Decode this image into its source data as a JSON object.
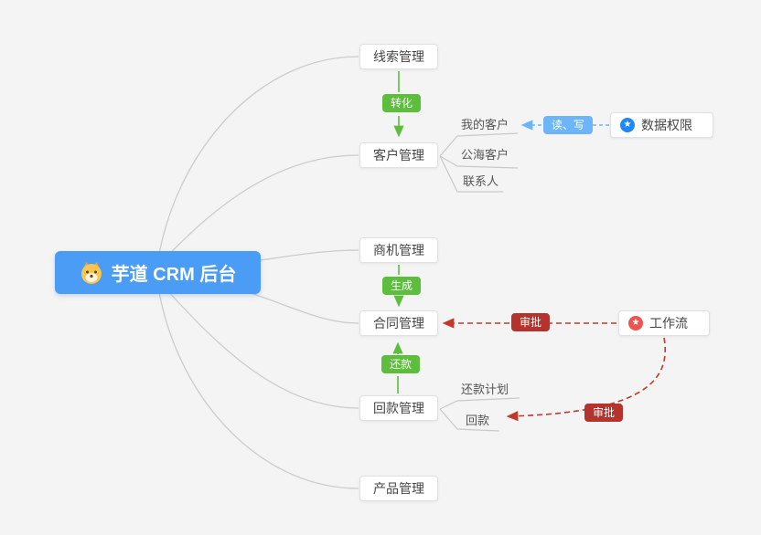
{
  "diagram_title": "芋道 CRM 后台",
  "center": {
    "label": "芋道 CRM 后台",
    "icon": "shiba-logo"
  },
  "nodes": {
    "leads": "线索管理",
    "customers": "客户管理",
    "business": "商机管理",
    "contracts": "合同管理",
    "receivables": "回款管理",
    "products": "产品管理",
    "data_permission": "数据权限",
    "workflow": "工作流"
  },
  "sub_labels": {
    "my_customers": "我的客户",
    "public_customers": "公海客户",
    "contacts": "联系人",
    "repayment_plan": "还款计划",
    "repayment": "回款"
  },
  "badges": {
    "convert": "转化",
    "generate": "生成",
    "repay": "还款",
    "read_write": "读、写",
    "approve_contract": "审批",
    "approve_receivable": "审批"
  },
  "icons": {
    "data_permission_icon": "★",
    "workflow_icon": "★"
  },
  "colors": {
    "background": "#f4f4f5",
    "center_node": "#4b9cf4",
    "green_badge": "#5cbe3c",
    "blue_badge": "#6cb5f6",
    "red_badge": "#b5332d",
    "red_dashed_line": "#c0392b",
    "blue_dashed_line": "#6cb5f6",
    "gray_connector": "#cccccc",
    "data_permission_icon_bg": "#1f88f9",
    "workflow_icon_bg": "#ef5350"
  }
}
